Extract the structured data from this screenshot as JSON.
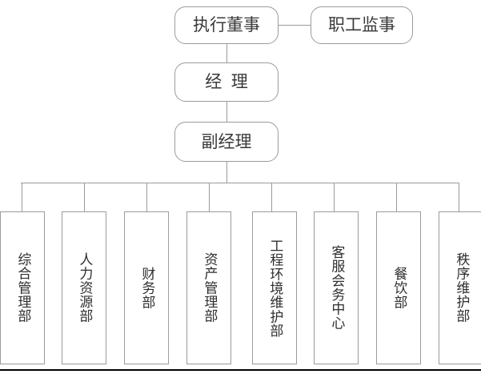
{
  "chart_title": "",
  "colors": {
    "line": "#9b9b9b",
    "node_border": "#9b9b9b",
    "node_fill": "#ffffff",
    "text": "#2e2e2e",
    "page_rule": "#000000"
  },
  "top_nodes": {
    "executive_director": "执行董事",
    "employee_supervisor": "职工监事",
    "manager": "经理",
    "deputy_manager": "副经理"
  },
  "departments": [
    {
      "label": "综合管理部"
    },
    {
      "label": "人力资源部"
    },
    {
      "label": "财务部"
    },
    {
      "label": "资产管理部"
    },
    {
      "label": "工程环境维护部"
    },
    {
      "label": "客服会务中心"
    },
    {
      "label": "餐饮部"
    },
    {
      "label": "秩序维护部"
    }
  ]
}
